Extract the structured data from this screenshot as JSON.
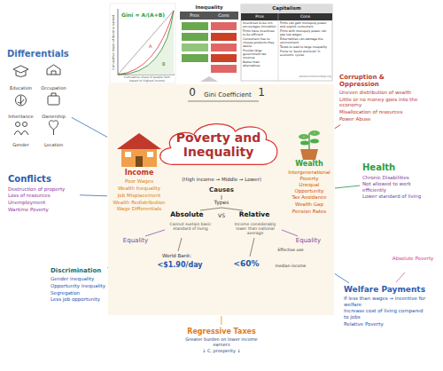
{
  "diagram": {
    "nodes": [
      {
        "text": [
          "0",
          "Gini Coefficient",
          "1"
        ]
      },
      {
        "text": [
          "Poverty and Inequality"
        ],
        "in": 0
      },
      {
        "text": [
          "Income",
          "Poor Wages",
          "Wealth Inequality",
          "Job Misplacement",
          "Wealth Redistribution",
          "Wage Differentials"
        ],
        "in": 0
      },
      {
        "text": [
          "Wealth",
          "Intergenerational Poverty",
          "Unequal Opportunity",
          "Tax Avoidance",
          "Wealth Gap",
          "Pension Rates"
        ],
        "in": 0
      },
      {
        "text": [
          "Differentials",
          "Education",
          "Occupation",
          "Inheritance",
          "Ownership",
          "Gender",
          "Location"
        ]
      },
      {
        "text": [
          "Conflicts",
          "Destruction of property",
          "Loss of resources",
          "Unemployment",
          "Wartime Poverty"
        ]
      },
      {
        "text": [
          "Discrimination",
          "Gender inequality",
          "Opportunity inequality",
          "Segregation",
          "Less job opportunity"
        ]
      },
      {
        "text": [
          "Regressive Taxes",
          "Greater burden on lower income earners",
          "↓ C, prosperity ↓"
        ]
      },
      {
        "text": [
          "Welfare Payments",
          "If less than wages → incentive for welfare",
          "Increase cost of living compared to jobs",
          "Relative Poverty"
        ]
      },
      {
        "text": [
          "Health",
          "Chronic Disabilities",
          "Not allowed to work efficiently",
          "Lower standard of living"
        ]
      },
      {
        "text": [
          "Corruption & Oppression",
          "Uneven distribution of wealth",
          "Little or no money goes into the economy",
          "Misallocation of resources",
          "Power Abuse"
        ]
      }
    ],
    "edges": [
      {
        "from": 0,
        "to": 4,
        "arrow": "none"
      },
      {
        "from": 0,
        "to": 5,
        "arrow": "none"
      },
      {
        "from": 0,
        "to": 6,
        "arrow": "none"
      },
      {
        "from": 0,
        "to": 7,
        "arrow": "none"
      },
      {
        "from": 0,
        "to": 8,
        "arrow": "none"
      },
      {
        "from": 0,
        "to": 9,
        "arrow": "none"
      },
      {
        "from": 0,
        "to": 10,
        "arrow": "none"
      }
    ],
    "labels": [
      "Gini = A/(A+B)",
      "A",
      "B",
      "Cumulative share of income earned",
      "Cumulative share of people from lowest to highest income",
      "Inequality",
      "Pros",
      "Cons",
      "Capitalism",
      "Pros",
      "Cons",
      "Incentives to be rich encourages innovation",
      "Firms have incentives to be efficient",
      "Consumers free to choose products they desire",
      "Provide large government tax revenue",
      "Better than alternatives",
      "Firms can gain monopoly power and exploit consumers",
      "Firms with monopoly power can pay low wages",
      "Externalities can damage the environment",
      "Tends to lead to large inequality",
      "Prone to 'boom and bust' in economic cycles",
      "www.economicshelp.org",
      "(High income → Middle → Lower)",
      "Causes",
      "Types",
      "Absolute",
      "VS",
      "Relative",
      "Cannot sustain basic standard of living",
      "Income considerably lower than national average",
      "Equality",
      "Equality",
      "World Bank:",
      "<$1.90/day",
      "Effective use",
      "<60%",
      "median income",
      "Absolute Poverty"
    ]
  }
}
